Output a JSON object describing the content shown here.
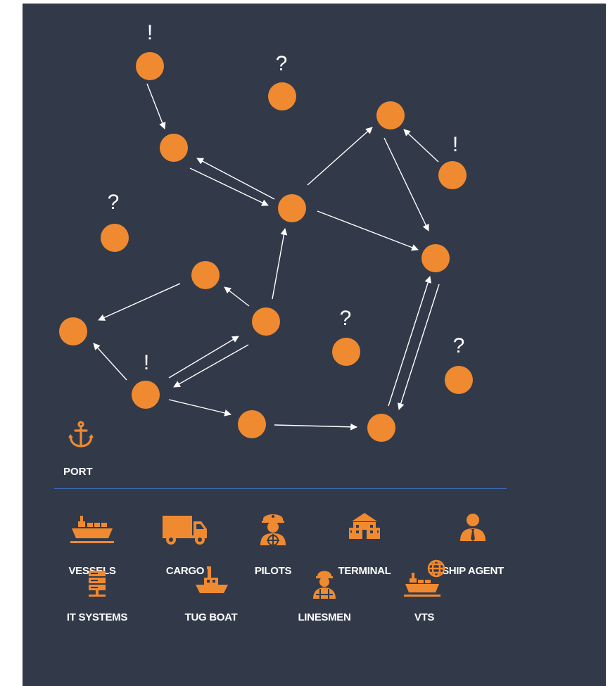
{
  "colors": {
    "background": "#323a49",
    "node": "#f08a30",
    "edge": "#ffffff",
    "divider": "#3f6db8"
  },
  "marks": {
    "exclaim": "!",
    "question": "?"
  },
  "port": {
    "icon": "anchor-icon",
    "label": "PORT"
  },
  "legend": [
    {
      "icon": "vessel-icon",
      "label": "VESSELS"
    },
    {
      "icon": "truck-icon",
      "label": "CARGO"
    },
    {
      "icon": "pilot-icon",
      "label": "PILOTS"
    },
    {
      "icon": "terminal-building-icon",
      "label": "TERMINAL"
    },
    {
      "icon": "agent-icon",
      "label": "SHIP AGENT"
    },
    {
      "icon": "server-icon",
      "label": "IT SYSTEMS"
    },
    {
      "icon": "tugboat-icon",
      "label": "TUG BOAT"
    },
    {
      "icon": "linesman-icon",
      "label": "LINESMEN"
    },
    {
      "icon": "ship-globe-icon",
      "label": "VTS"
    }
  ]
}
